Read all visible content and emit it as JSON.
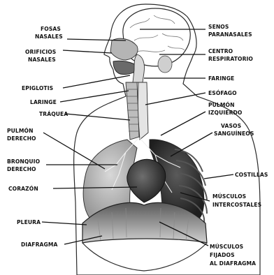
{
  "labels": {
    "fosas": [
      "FOSAS",
      "NASALES"
    ],
    "orificios": [
      "ORIFICIOS",
      "NASALES"
    ],
    "epiglotis": [
      "EPIGLOTIS"
    ],
    "laringe": [
      "LARINGE"
    ],
    "traquea": [
      "TRÁQUEA"
    ],
    "pulmon_derecho": [
      "PULMÓN",
      "DERECHO"
    ],
    "bronquio": [
      "BRONQUIO",
      "DERECHO"
    ],
    "corazon": [
      "CORAZÓN"
    ],
    "pleura": [
      "PLEURA"
    ],
    "diafragma": [
      "DIAFRAGMA"
    ],
    "senos": [
      "SENOS",
      "PARANASALES"
    ],
    "centro": [
      "CENTRO",
      "RESPIRATORIO"
    ],
    "faringe": [
      "FARINGE"
    ],
    "esofago": [
      "ESÓFAGO"
    ],
    "pulmon_izquierdo": [
      "PULMÓN",
      "IZQUIERDO"
    ],
    "vasos": [
      "VASOS",
      "SANGUÍNEOS"
    ],
    "costillas": [
      "COSTILLAS"
    ],
    "musculos_intercostales": [
      "MÚSCULOS",
      "INTERCOSTALES"
    ],
    "musculos_fijados": [
      "MÚSCULOS",
      "FIJADOS",
      "AL DIAFRAGMA"
    ]
  }
}
